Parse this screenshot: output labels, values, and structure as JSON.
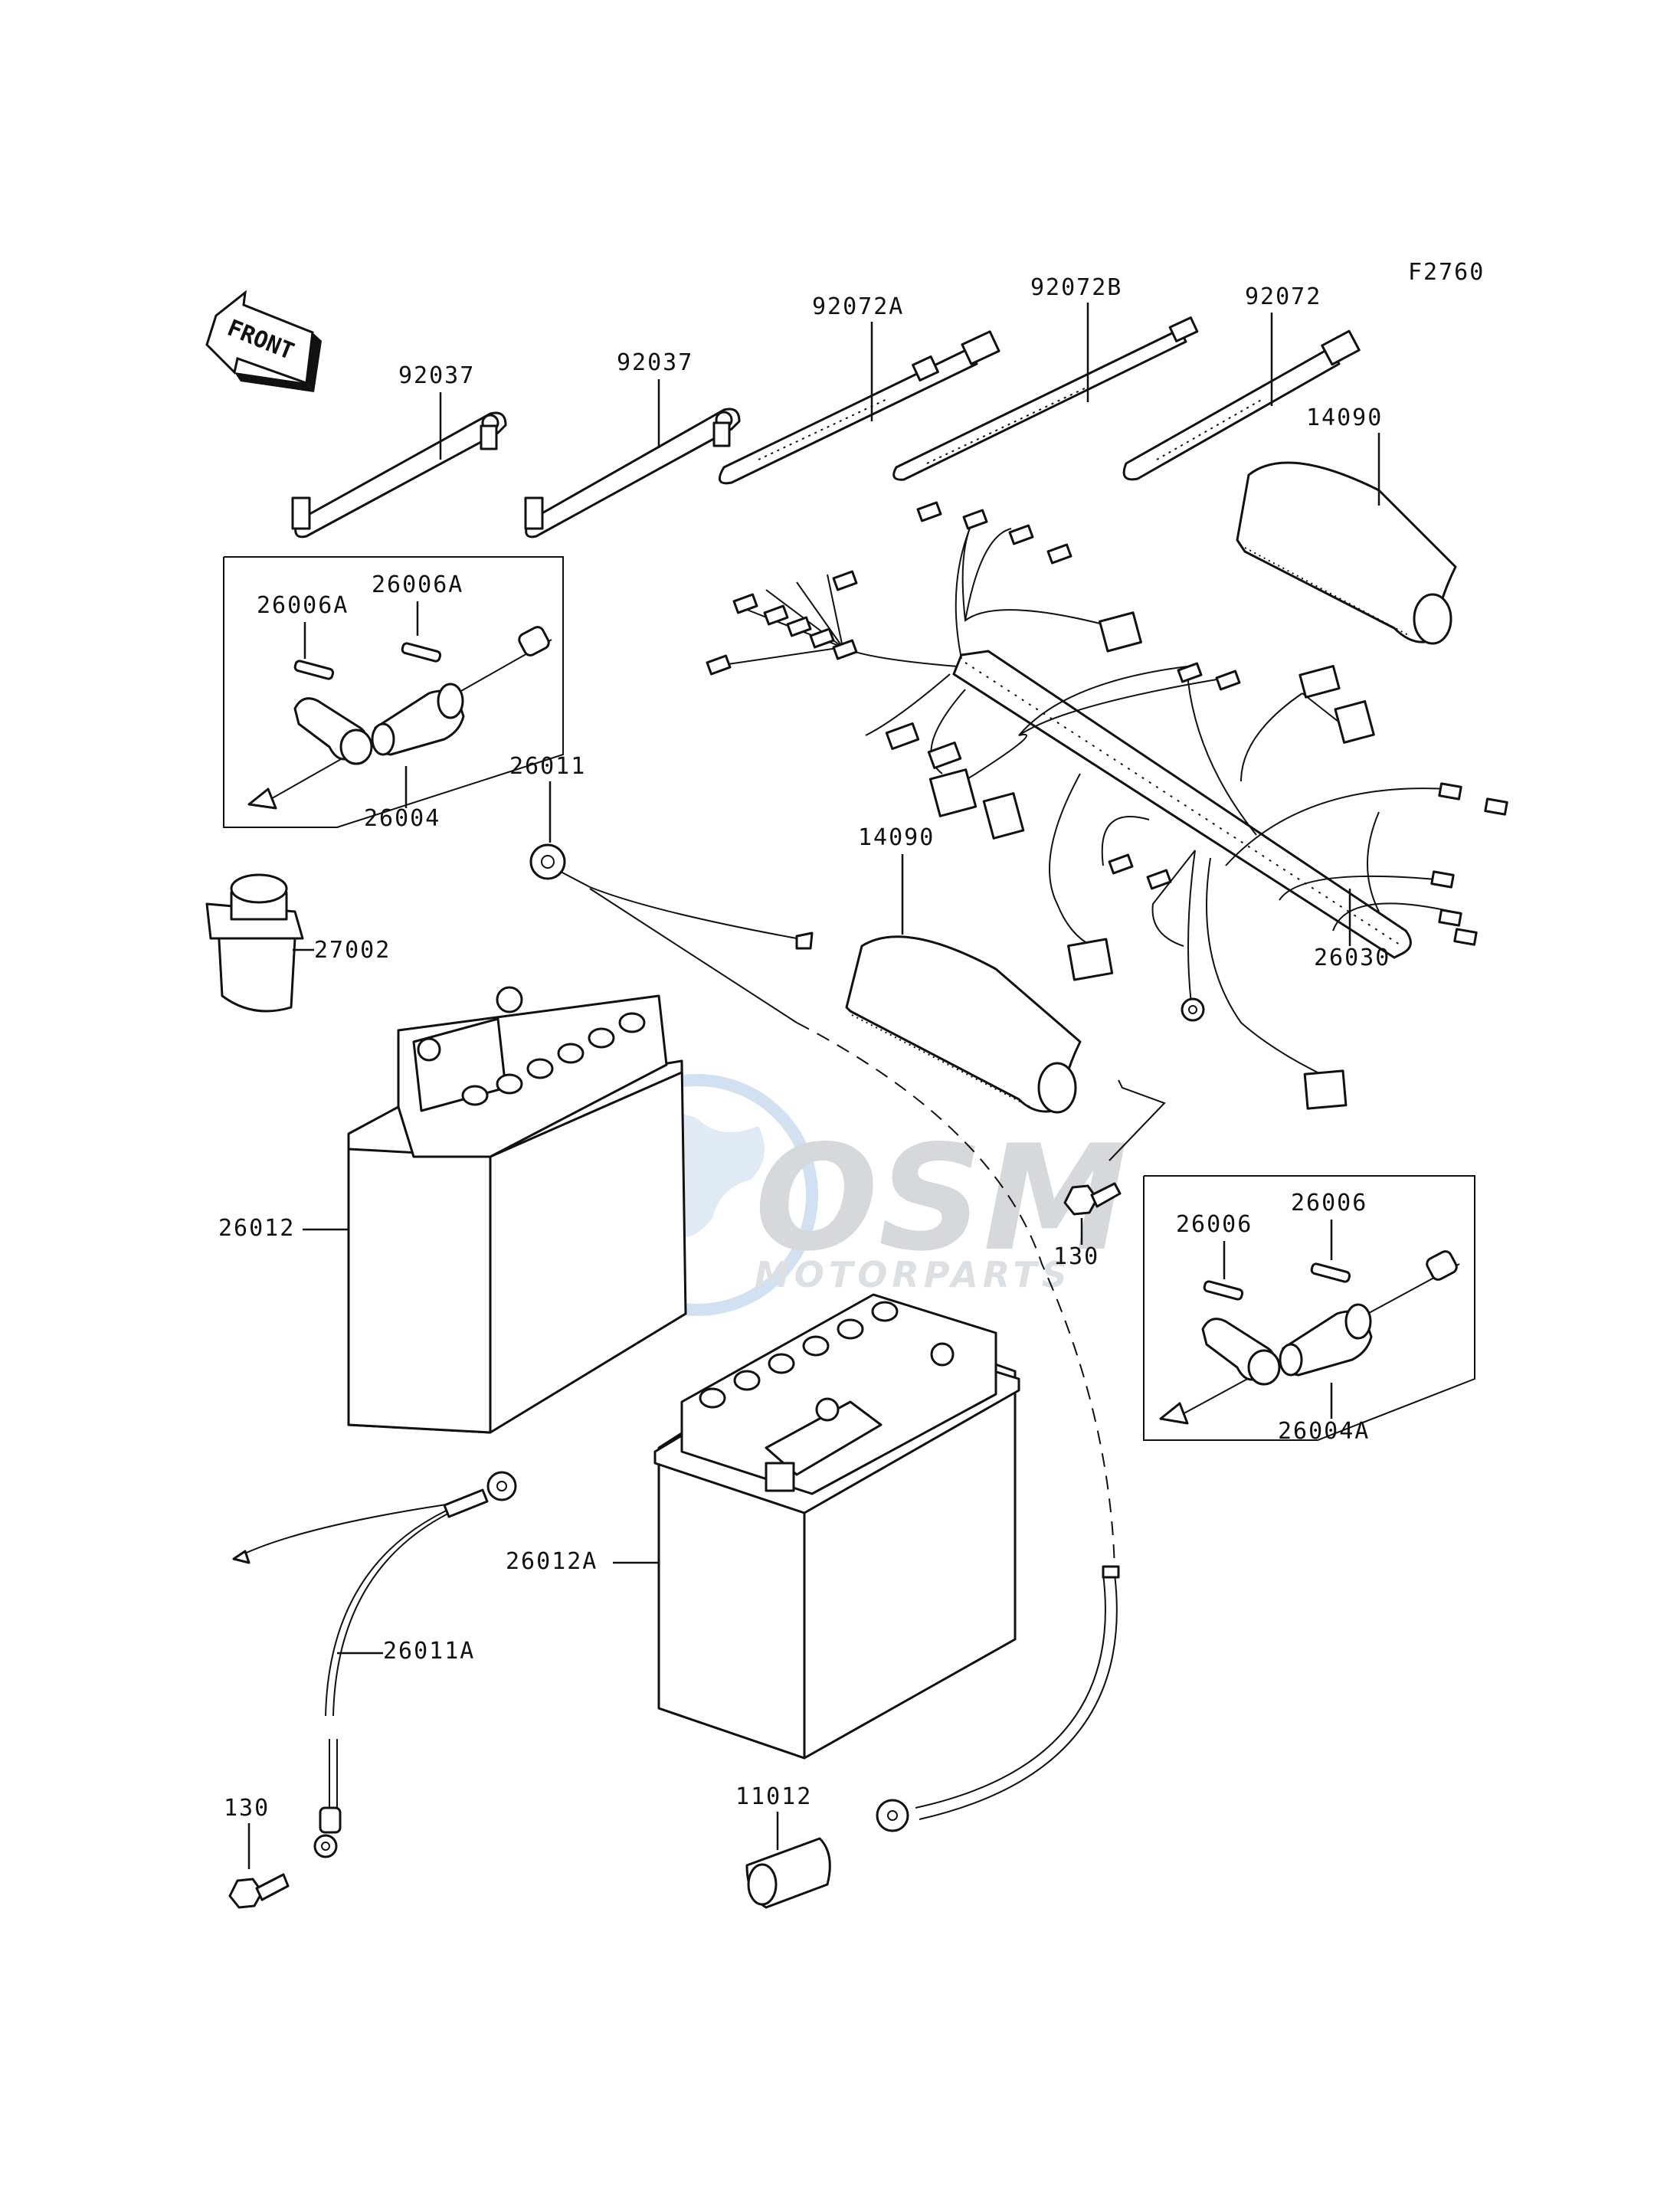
{
  "figure_code": "F2760",
  "front_arrow_label": "FRONT",
  "watermark": {
    "name": "OSM",
    "sub": "MOTORPARTS",
    "colors": {
      "blue": "#c9dcef",
      "gray": "#cfd3d6"
    }
  },
  "labels": {
    "p92037_left": "92037",
    "p92037_right": "92037",
    "p92072A": "92072A",
    "p92072B": "92072B",
    "p92072": "92072",
    "p14090_top": "14090",
    "p26006A_left": "26006A",
    "p26006A_right": "26006A",
    "p26004": "26004",
    "p26011": "26011",
    "p14090_mid": "14090",
    "p27002": "27002",
    "p26030": "26030",
    "p130_mid": "130",
    "p26012": "26012",
    "p26006_left": "26006",
    "p26006_right": "26006",
    "p26004A": "26004A",
    "p26012A": "26012A",
    "p26011A": "26011A",
    "p130_bottom": "130",
    "p11012": "11012"
  }
}
